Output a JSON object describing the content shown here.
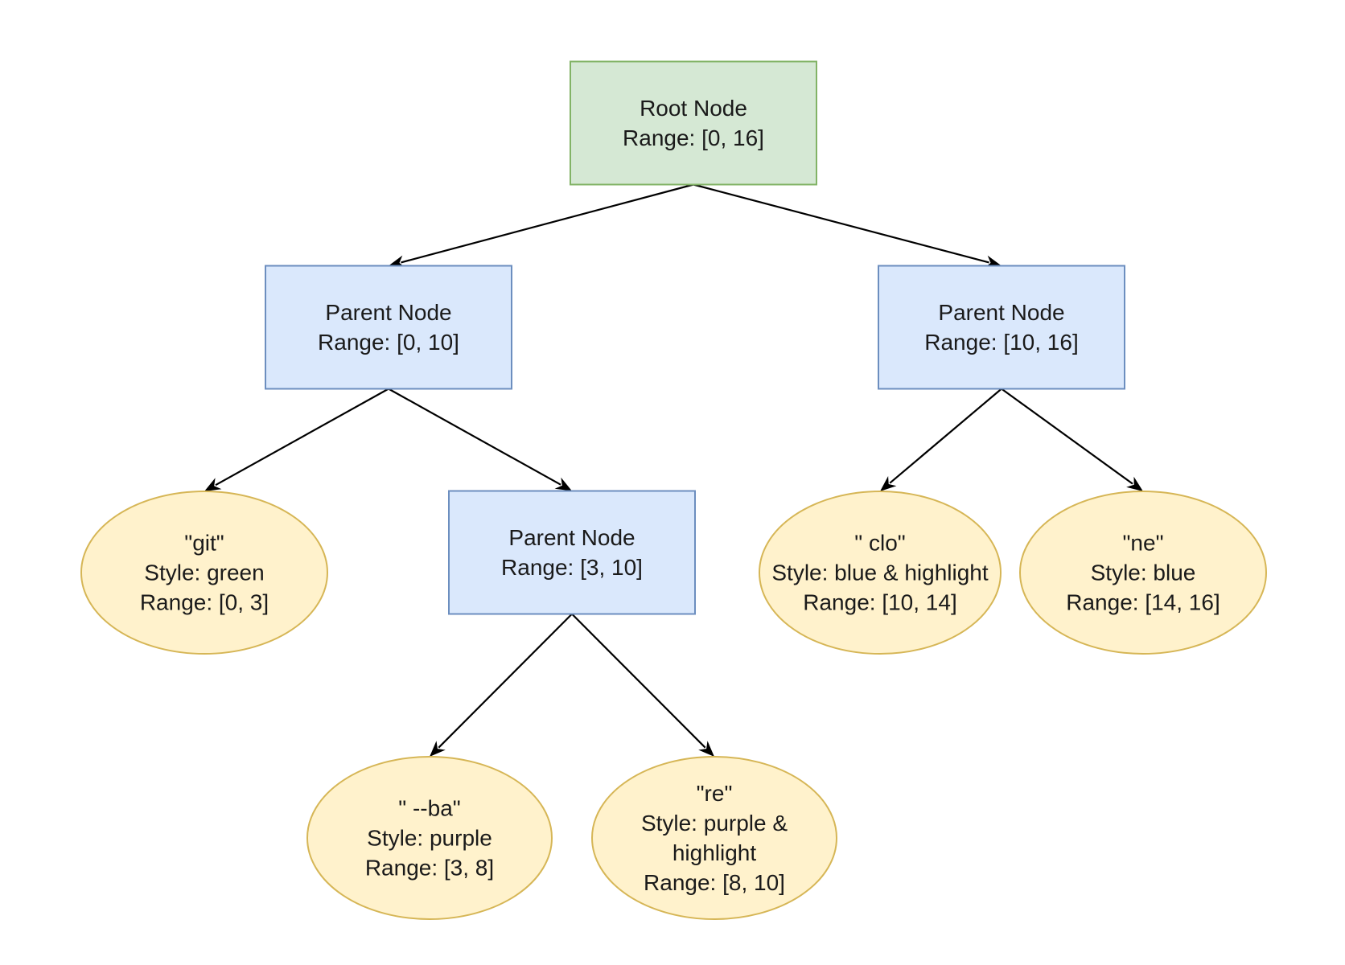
{
  "colors": {
    "root_fill": "#d5e8d4",
    "root_stroke": "#82b366",
    "parent_fill": "#dae8fc",
    "parent_stroke": "#6c8ebf",
    "leaf_fill": "#fff2cc",
    "leaf_stroke": "#d6b656",
    "edge": "#000000"
  },
  "nodes": {
    "root": {
      "shape": "rect",
      "lines": [
        "Root Node",
        "Range: [0, 16]"
      ]
    },
    "parent_left": {
      "shape": "rect",
      "lines": [
        "Parent Node",
        "Range: [0, 10]"
      ]
    },
    "parent_right": {
      "shape": "rect",
      "lines": [
        "Parent Node",
        "Range: [10, 16]"
      ]
    },
    "parent_mid": {
      "shape": "rect",
      "lines": [
        "Parent Node",
        "Range: [3, 10]"
      ]
    },
    "leaf_git": {
      "shape": "ellipse",
      "lines": [
        "\"git\"",
        "Style: green",
        "Range: [0, 3]"
      ]
    },
    "leaf_clo": {
      "shape": "ellipse",
      "lines": [
        "\" clo\"",
        "Style: blue & highlight",
        "Range: [10, 14]"
      ]
    },
    "leaf_ne": {
      "shape": "ellipse",
      "lines": [
        "\"ne\"",
        "Style: blue",
        "Range: [14, 16]"
      ]
    },
    "leaf_ba": {
      "shape": "ellipse",
      "lines": [
        "\" --ba\"",
        "Style: purple",
        "Range: [3, 8]"
      ]
    },
    "leaf_re": {
      "shape": "ellipse",
      "lines": [
        "\"re\"",
        "Style: purple &",
        "highlight",
        "Range: [8, 10]"
      ]
    }
  },
  "edges": [
    {
      "from": "root",
      "to": "parent_left"
    },
    {
      "from": "root",
      "to": "parent_right"
    },
    {
      "from": "parent_left",
      "to": "leaf_git"
    },
    {
      "from": "parent_left",
      "to": "parent_mid"
    },
    {
      "from": "parent_right",
      "to": "leaf_clo"
    },
    {
      "from": "parent_right",
      "to": "leaf_ne"
    },
    {
      "from": "parent_mid",
      "to": "leaf_ba"
    },
    {
      "from": "parent_mid",
      "to": "leaf_re"
    }
  ]
}
